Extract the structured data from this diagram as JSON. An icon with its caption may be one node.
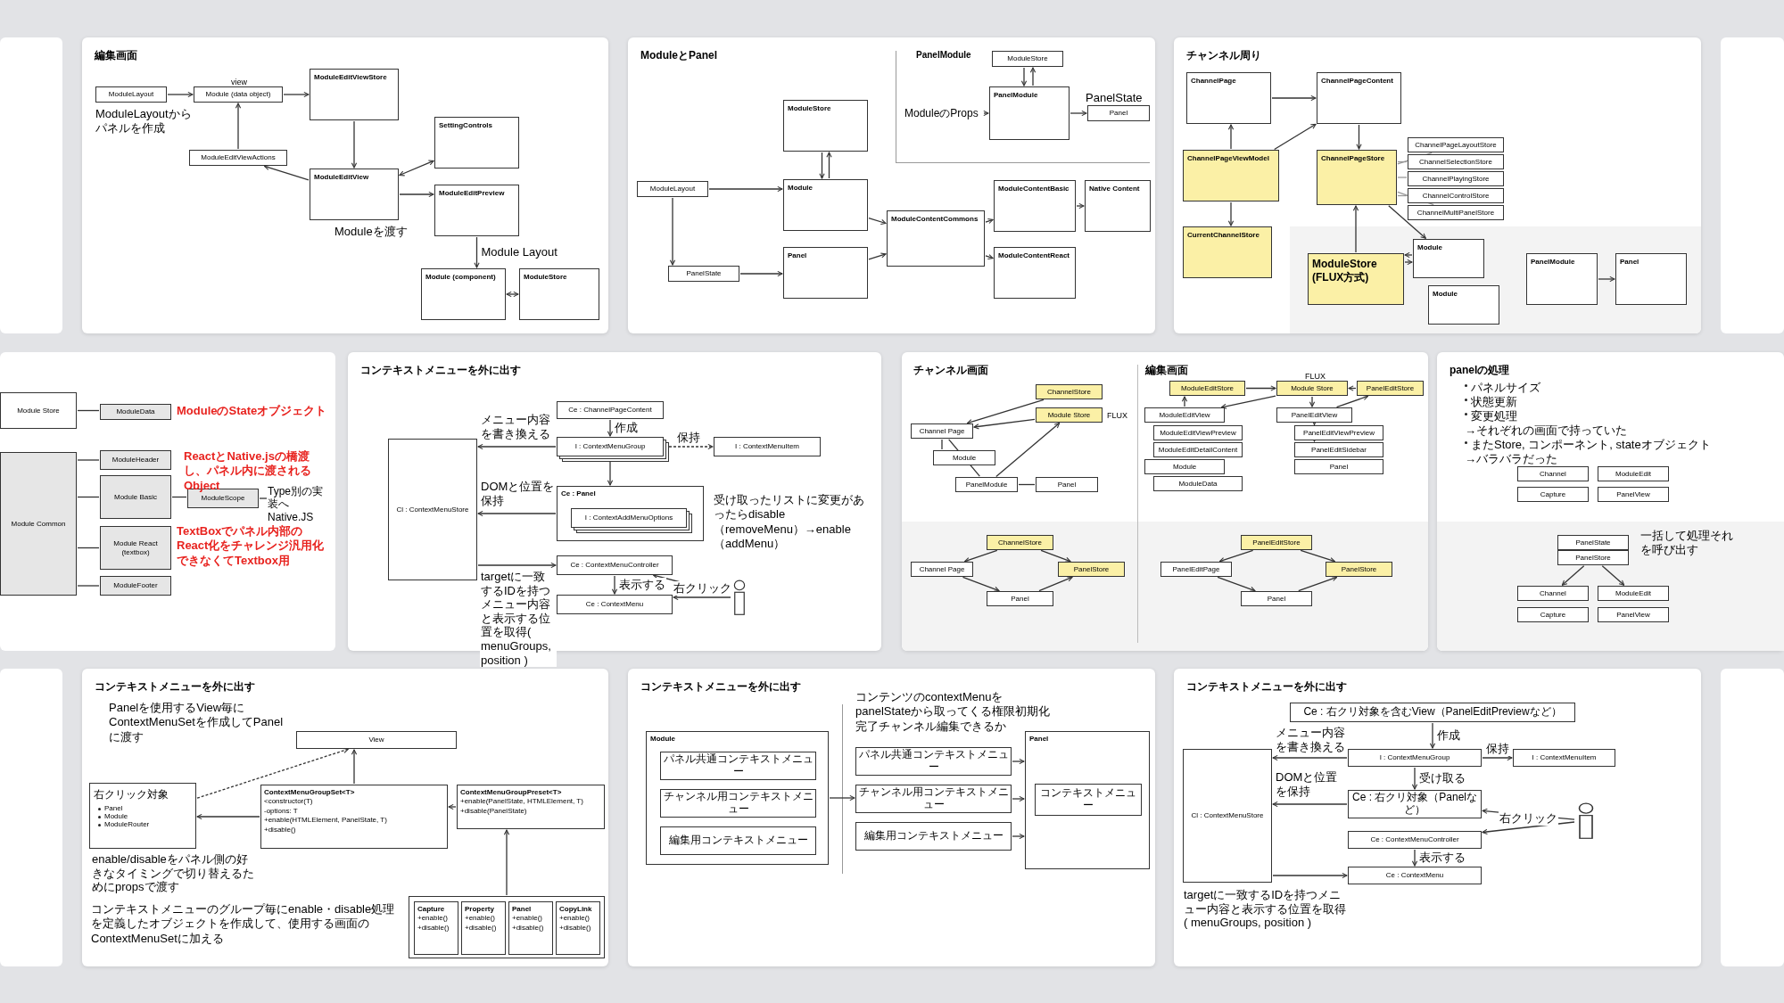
{
  "diagram": {
    "nodes": [
      {
        "text": [
          "編集画面"
        ]
      },
      {
        "text": [
          "ModuleLayout"
        ],
        "in": 0
      },
      {
        "text": [
          "Module (data object)"
        ],
        "in": 0,
        "beside": [
          "view"
        ]
      },
      {
        "text": [
          "ModuleEditViewStore"
        ],
        "in": 0
      },
      {
        "text": [
          "ModuleEditViewActions"
        ],
        "in": 0
      },
      {
        "text": [
          "ModuleEditView"
        ],
        "in": 0
      },
      {
        "text": [
          "SettingControls"
        ],
        "in": 0
      },
      {
        "text": [
          "ModuleEditPreview"
        ],
        "in": 0
      },
      {
        "text": [
          "Module (component)"
        ],
        "in": 0
      },
      {
        "text": [
          "ModuleStore"
        ],
        "in": 0
      },
      {
        "text": [
          "ModuleとPanel"
        ]
      },
      {
        "text": [
          "ModuleStore"
        ],
        "in": 10
      },
      {
        "text": [
          "ModuleのProps"
        ],
        "in": 10
      },
      {
        "text": [
          "PanelModule"
        ],
        "in": 10
      },
      {
        "text": [
          "Panel"
        ],
        "in": 10
      },
      {
        "text": [
          "ModuleStore"
        ],
        "in": 10
      },
      {
        "text": [
          "ModuleLayout"
        ],
        "in": 10
      },
      {
        "text": [
          "Module"
        ],
        "in": 10
      },
      {
        "text": [
          "PanelState"
        ],
        "in": 10
      },
      {
        "text": [
          "Panel"
        ],
        "in": 10
      },
      {
        "text": [
          "ModuleContentCommons"
        ],
        "in": 10
      },
      {
        "text": [
          "ModuleContentBasic"
        ],
        "in": 10
      },
      {
        "text": [
          "Native Content"
        ],
        "in": 10
      },
      {
        "text": [
          "ModuleContentReact"
        ],
        "in": 10
      },
      {
        "text": [
          "チャンネル周り"
        ]
      },
      {
        "text": [
          "ChannelPage"
        ],
        "in": 24
      },
      {
        "text": [
          "ChannelPageContent"
        ],
        "in": 24
      },
      {
        "text": [
          "ChannelPageViewModel"
        ],
        "in": 24
      },
      {
        "text": [
          "ChannelPageStore"
        ],
        "in": 24
      },
      {
        "text": [
          "ChannelPageLayoutStore"
        ],
        "in": 24
      },
      {
        "text": [
          "ChannelSelectionStore"
        ],
        "in": 24
      },
      {
        "text": [
          "ChannelPlayingStore"
        ],
        "in": 24
      },
      {
        "text": [
          "ChannelControlStore"
        ],
        "in": 24
      },
      {
        "text": [
          "ChannelMultiPanelStore"
        ],
        "in": 24
      },
      {
        "text": [
          "CurrentChannelStore"
        ],
        "in": 24
      },
      {
        "text": [
          "ModuleStore (FLUX方式)"
        ],
        "in": 24
      },
      {
        "text": [
          "Module"
        ],
        "in": 24
      },
      {
        "text": [
          "Module"
        ],
        "in": 24
      },
      {
        "text": [
          "PanelModule"
        ],
        "in": 24
      },
      {
        "text": [
          "Panel"
        ],
        "in": 24
      },
      {
        "text": [
          "Module Store"
        ]
      },
      {
        "text": [
          "ModuleData"
        ]
      },
      {
        "text": [
          "Module Common"
        ]
      },
      {
        "text": [
          "ModuleHeader"
        ]
      },
      {
        "text": [
          "Module Basic"
        ]
      },
      {
        "text": [
          "ModuleScope"
        ]
      },
      {
        "text": [
          "Module React (textbox)"
        ]
      },
      {
        "text": [
          "ModuleFooter"
        ]
      },
      {
        "text": [
          "Type別の実装へNative.JS"
        ]
      },
      {
        "text": [
          "コンテキストメニューを外に出す"
        ]
      },
      {
        "text": [
          "Ce : ChannelPageContent"
        ],
        "in": 49
      },
      {
        "text": [
          "I : ContextMenuGroup"
        ],
        "in": 49
      },
      {
        "text": [
          "I : ContextMenuItem"
        ],
        "in": 49
      },
      {
        "text": [
          "Cl : ContextMenuStore"
        ],
        "in": 49
      },
      {
        "text": [
          "Ce : Panel"
        ],
        "in": 49
      },
      {
        "text": [
          "I : ContextAddMenuOptions"
        ],
        "in": 54
      },
      {
        "text": [
          "Ce : ContextMenuController"
        ],
        "in": 49
      },
      {
        "text": [
          "Ce : ContextMenu"
        ],
        "in": 49
      },
      {
        "text": [],
        "shape": "person",
        "in": 49
      },
      {
        "text": [
          "チャンネル画面",
          "編集画面"
        ]
      },
      {
        "text": [
          "ChannelStore"
        ],
        "in": 59
      },
      {
        "text": [
          "Module Store"
        ],
        "in": 59,
        "beside": [
          "FLUX"
        ]
      },
      {
        "text": [
          "Channel Page"
        ],
        "in": 59
      },
      {
        "text": [
          "Module"
        ],
        "in": 59
      },
      {
        "text": [
          "PanelModule"
        ],
        "in": 59
      },
      {
        "text": [
          "Panel"
        ],
        "in": 59
      },
      {
        "text": [
          "Module Store"
        ],
        "in": 59,
        "beside": [
          "FLUX"
        ]
      },
      {
        "text": [
          "ModuleEditStore"
        ],
        "in": 59
      },
      {
        "text": [
          "PanelEditStore"
        ],
        "in": 59
      },
      {
        "text": [
          "ModuleEditView"
        ],
        "in": 59
      },
      {
        "text": [
          "ModuleEditViewPreview"
        ],
        "in": 59
      },
      {
        "text": [
          "ModuleEditDetailContent"
        ],
        "in": 59
      },
      {
        "text": [
          "Module"
        ],
        "in": 59
      },
      {
        "text": [
          "ModuleData"
        ],
        "in": 59
      },
      {
        "text": [
          "PanelEditView"
        ],
        "in": 59
      },
      {
        "text": [
          "PanelEditViewPreview"
        ],
        "in": 59
      },
      {
        "text": [
          "PanelEditSidebar"
        ],
        "in": 59
      },
      {
        "text": [
          "Panel"
        ],
        "in": 59
      },
      {
        "text": [
          "ChannelStore"
        ],
        "in": 59
      },
      {
        "text": [
          "Channel Page"
        ],
        "in": 59
      },
      {
        "text": [
          "PanelStore"
        ],
        "in": 59
      },
      {
        "text": [
          "Panel"
        ],
        "in": 59
      },
      {
        "text": [
          "PanelEditStore"
        ],
        "in": 59
      },
      {
        "text": [
          "PanelEditPage"
        ],
        "in": 59
      },
      {
        "text": [
          "PanelStore"
        ],
        "in": 59
      },
      {
        "text": [
          "Panel"
        ],
        "in": 59
      },
      {
        "text": [
          "panelの処理"
        ]
      },
      {
        "text": [
          "Channel"
        ],
        "in": 86
      },
      {
        "text": [
          "ModuleEdit"
        ],
        "in": 86
      },
      {
        "text": [
          "Capture"
        ],
        "in": 86
      },
      {
        "text": [
          "PanelView"
        ],
        "in": 86
      },
      {
        "text": [
          "PanelState"
        ],
        "in": 86
      },
      {
        "text": [
          "PanelStore"
        ],
        "in": 86
      },
      {
        "text": [
          "Channel"
        ],
        "in": 86
      },
      {
        "text": [
          "ModuleEdit"
        ],
        "in": 86
      },
      {
        "text": [
          "Capture"
        ],
        "in": 86
      },
      {
        "text": [
          "PanelView"
        ],
        "in": 86
      },
      {
        "text": [
          "コンテキストメニューを外に出す"
        ]
      },
      {
        "text": [
          "View"
        ],
        "in": 97
      },
      {
        "text": [
          "右クリック対象",
          "Panel",
          "Module",
          "ModuleRouter"
        ],
        "in": 97
      },
      {
        "text": [
          "ContextMenuGroupSet<T>",
          "<constructor(T)",
          "-options: T",
          "+enable(HTMLElement, PanelState, T)",
          "+disable()"
        ],
        "in": 97
      },
      {
        "text": [
          "ContextMenuGroupPreset<T>",
          "+enable(PanelState, HTMLElement, T)",
          "+disable(PanelState)"
        ],
        "in": 97
      },
      {
        "text": [],
        "shape": "box",
        "in": 97
      },
      {
        "text": [
          "Capture",
          "+enable()",
          "+disable()"
        ],
        "in": 102
      },
      {
        "text": [
          "Property",
          "+enable()",
          "+disable()"
        ],
        "in": 102
      },
      {
        "text": [
          "Panel",
          "+enable()",
          "+disable()"
        ],
        "in": 102
      },
      {
        "text": [
          "CopyLink",
          "+enable()",
          "+disable()"
        ],
        "in": 102
      },
      {
        "text": [
          "コンテキストメニューを外に出す"
        ]
      },
      {
        "text": [
          "Module"
        ],
        "in": 107
      },
      {
        "text": [
          "パネル共通コンテキストメニュー"
        ],
        "in": 108
      },
      {
        "text": [
          "チャンネル用コンテキストメニュー"
        ],
        "in": 108
      },
      {
        "text": [
          "編集用コンテキストメニュー"
        ],
        "in": 108
      },
      {
        "text": [
          "パネル共通コンテキストメニュー"
        ],
        "in": 107
      },
      {
        "text": [
          "チャンネル用コンテキストメニュー"
        ],
        "in": 107
      },
      {
        "text": [
          "編集用コンテキストメニュー"
        ],
        "in": 107
      },
      {
        "text": [
          "Panel"
        ],
        "in": 107
      },
      {
        "text": [
          "コンテキストメニュー"
        ],
        "in": 115
      },
      {
        "text": [
          "コンテキストメニューを外に出す"
        ]
      },
      {
        "text": [
          "Ce : 右クリ対象を含むView（PanelEditPreviewなど）"
        ],
        "in": 117
      },
      {
        "text": [
          "Cl : ContextMenuStore"
        ],
        "in": 117
      },
      {
        "text": [
          "I : ContextMenuGroup"
        ],
        "in": 117
      },
      {
        "text": [
          "I : ContextMenuItem"
        ],
        "in": 117
      },
      {
        "text": [
          "Ce : 右クリ対象（Panelなど）"
        ],
        "in": 117
      },
      {
        "text": [
          "Ce : ContextMenuController"
        ],
        "in": 117
      },
      {
        "text": [
          "Ce : ContextMenu"
        ],
        "in": 117
      },
      {
        "text": [],
        "shape": "person",
        "in": 117
      }
    ],
    "edges": [
      {
        "from": 1,
        "to": 2,
        "arrow": "to",
        "label": "ModuleLayoutからパネルを作成"
      },
      {
        "from": 2,
        "to": 3,
        "arrow": "to"
      },
      {
        "from": 3,
        "to": 5,
        "arrow": "to"
      },
      {
        "from": 5,
        "to": 4,
        "arrow": "to"
      },
      {
        "from": 4,
        "to": 2,
        "arrow": "to"
      },
      {
        "from": 5,
        "to": 6,
        "arrow": "both"
      },
      {
        "from": 5,
        "to": 7,
        "arrow": "to",
        "label": "Moduleを渡す"
      },
      {
        "from": 7,
        "to": 8,
        "arrow": "to",
        "label": "Module Layout"
      },
      {
        "from": 8,
        "to": 9,
        "arrow": "both"
      },
      {
        "from": 16,
        "to": 17,
        "arrow": "to"
      },
      {
        "from": 17,
        "to": 15,
        "arrow": "to"
      },
      {
        "from": 15,
        "to": 17,
        "arrow": "to"
      },
      {
        "from": 16,
        "to": 18,
        "arrow": "to"
      },
      {
        "from": 18,
        "to": 19,
        "arrow": "to"
      },
      {
        "from": 17,
        "to": 20,
        "arrow": "to"
      },
      {
        "from": 19,
        "to": 20,
        "arrow": "to"
      },
      {
        "from": 20,
        "to": 21,
        "arrow": "to"
      },
      {
        "from": 20,
        "to": 23,
        "arrow": "to"
      },
      {
        "from": 21,
        "to": 22,
        "arrow": "to"
      },
      {
        "from": 13,
        "to": 11,
        "arrow": "to"
      },
      {
        "from": 11,
        "to": 13,
        "arrow": "to"
      },
      {
        "from": 12,
        "to": 13,
        "arrow": "to"
      },
      {
        "from": 13,
        "to": 14,
        "arrow": "to",
        "label": "PanelState"
      },
      {
        "from": 25,
        "to": 26,
        "arrow": "to"
      },
      {
        "from": 27,
        "to": 25,
        "arrow": "to"
      },
      {
        "from": 27,
        "to": 26,
        "arrow": "to"
      },
      {
        "from": 27,
        "to": 34,
        "arrow": "to"
      },
      {
        "from": 26,
        "to": 28,
        "arrow": "to"
      },
      {
        "from": 35,
        "to": 28,
        "arrow": "to"
      },
      {
        "from": 28,
        "to": 36,
        "arrow": "to"
      },
      {
        "from": 36,
        "to": 35,
        "arrow": "to"
      },
      {
        "from": 35,
        "to": 36,
        "arrow": "to"
      },
      {
        "from": 28,
        "to": 29,
        "arrow": "none",
        "color": "#999999"
      },
      {
        "from": 28,
        "to": 30,
        "arrow": "none",
        "color": "#999999"
      },
      {
        "from": 28,
        "to": 31,
        "arrow": "none",
        "color": "#999999"
      },
      {
        "from": 28,
        "to": 32,
        "arrow": "none",
        "color": "#999999"
      },
      {
        "from": 28,
        "to": 33,
        "arrow": "none",
        "color": "#999999"
      },
      {
        "from": 38,
        "to": 39,
        "arrow": "to"
      },
      {
        "from": 40,
        "to": 41,
        "arrow": "none"
      },
      {
        "from": 42,
        "to": 43,
        "arrow": "none"
      },
      {
        "from": 42,
        "to": 44,
        "arrow": "none"
      },
      {
        "from": 42,
        "to": 46,
        "arrow": "none"
      },
      {
        "from": 42,
        "to": 47,
        "arrow": "none"
      },
      {
        "from": 44,
        "to": 45,
        "arrow": "none"
      },
      {
        "from": 45,
        "to": 48,
        "arrow": "none"
      },
      {
        "from": 50,
        "to": 51,
        "arrow": "to",
        "label": "作成"
      },
      {
        "from": 51,
        "to": 52,
        "arrow": "to",
        "style": "dashed",
        "label": "保持"
      },
      {
        "from": 51,
        "to": 53,
        "arrow": "to",
        "label": "メニュー内容を書き換える"
      },
      {
        "from": 51,
        "to": 54,
        "arrow": "to"
      },
      {
        "from": 54,
        "to": 53,
        "arrow": "to",
        "label": "DOMと位置を保持"
      },
      {
        "from": 53,
        "to": 56,
        "arrow": "to",
        "label": "targetに一致するIDを持つメニュー内容と表示する位置を取得( menuGroups, position )"
      },
      {
        "from": 56,
        "to": 57,
        "arrow": "to",
        "label": "表示する"
      },
      {
        "from": 58,
        "to": 56,
        "arrow": "to"
      },
      {
        "from": 58,
        "to": 57,
        "arrow": "to",
        "label": "右クリック"
      },
      {
        "from": 60,
        "to": 62,
        "arrow": "to"
      },
      {
        "from": 61,
        "to": 62,
        "arrow": "to"
      },
      {
        "from": 62,
        "to": 63,
        "arrow": "none"
      },
      {
        "from": 62,
        "to": 64,
        "arrow": "none"
      },
      {
        "from": 64,
        "to": 61,
        "arrow": "to"
      },
      {
        "from": 64,
        "to": 65,
        "arrow": "none"
      },
      {
        "from": 66,
        "to": 69,
        "arrow": "to"
      },
      {
        "from": 69,
        "to": 67,
        "arrow": "to"
      },
      {
        "from": 67,
        "to": 66,
        "arrow": "to"
      },
      {
        "from": 66,
        "to": 74,
        "arrow": "to"
      },
      {
        "from": 68,
        "to": 66,
        "arrow": "to"
      },
      {
        "from": 74,
        "to": 68,
        "arrow": "to"
      },
      {
        "from": 74,
        "to": 75,
        "arrow": "to"
      },
      {
        "from": 74,
        "to": 76,
        "arrow": "to"
      },
      {
        "from": 78,
        "to": 79,
        "arrow": "to"
      },
      {
        "from": 78,
        "to": 80,
        "arrow": "to"
      },
      {
        "from": 79,
        "to": 81,
        "arrow": "to"
      },
      {
        "from": 81,
        "to": 80,
        "arrow": "to"
      },
      {
        "from": 82,
        "to": 83,
        "arrow": "to"
      },
      {
        "from": 82,
        "to": 84,
        "arrow": "to"
      },
      {
        "from": 83,
        "to": 85,
        "arrow": "to"
      },
      {
        "from": 85,
        "to": 84,
        "arrow": "to"
      },
      {
        "from": 92,
        "to": 93,
        "arrow": "to"
      },
      {
        "from": 92,
        "to": 94,
        "arrow": "to"
      },
      {
        "from": 99,
        "to": 98,
        "arrow": "to",
        "style": "dashed"
      },
      {
        "from": 100,
        "to": 98,
        "arrow": "to"
      },
      {
        "from": 101,
        "to": 100,
        "arrow": "to"
      },
      {
        "from": 100,
        "to": 99,
        "arrow": "to",
        "label": "enable/disableをパネル側の好きなタイミングで切り替えるためにpropsで渡す"
      },
      {
        "from": 102,
        "to": 101,
        "arrow": "to"
      },
      {
        "from": 108,
        "to": 113,
        "arrow": "to"
      },
      {
        "from": 112,
        "to": 115,
        "arrow": "to"
      },
      {
        "from": 113,
        "to": 115,
        "arrow": "to"
      },
      {
        "from": 114,
        "to": 115,
        "arrow": "to"
      },
      {
        "from": 118,
        "to": 120,
        "arrow": "to",
        "label": "作成"
      },
      {
        "from": 120,
        "to": 121,
        "arrow": "to",
        "label": "保持"
      },
      {
        "from": 120,
        "to": 119,
        "arrow": "to",
        "label": "メニュー内容を書き換える"
      },
      {
        "from": 120,
        "to": 122,
        "arrow": "to",
        "label": "受け取る"
      },
      {
        "from": 122,
        "to": 119,
        "arrow": "to",
        "label": "DOMと位置を保持"
      },
      {
        "from": 119,
        "to": 124,
        "arrow": "to",
        "label": "targetに一致するIDを持つメニュー内容と表示する位置を取得( menuGroups, position )"
      },
      {
        "from": 123,
        "to": 124,
        "arrow": "to",
        "label": "表示する"
      },
      {
        "from": 125,
        "to": 123,
        "arrow": "to",
        "label": "右クリック"
      },
      {
        "from": 125,
        "to": 122,
        "arrow": "to"
      }
    ],
    "labels": [
      "PanelModule",
      "ModuleのStateオブジェクト",
      "ReactとNative.jsの橋渡し、パネル内に渡されるObject",
      "TextBoxでパネル内部のReact化をチャレンジ汎用化できなくてTextbox用",
      "受け取ったリストに変更があったらdisable（removeMenu）→enable（addMenu）",
      "パネルサイズ",
      "状態更新",
      "変更処理",
      "→それぞれの画面で持っていた",
      "またStore, コンポーネント, stateオブジェクト",
      "→バラバラだった",
      "一括して処理それを呼び出す",
      "Panelを使用するView毎にContextMenuSetを作成してPanelに渡す",
      "コンテキストメニューのグループ毎にenable・disable処理を定義したオブジェクトを作成して、使用する画面のContextMenuSetに加える",
      "コンテンツのcontextMenuをpanelStateから取ってくる権限初期化完了チャンネル編集できるか"
    ]
  }
}
